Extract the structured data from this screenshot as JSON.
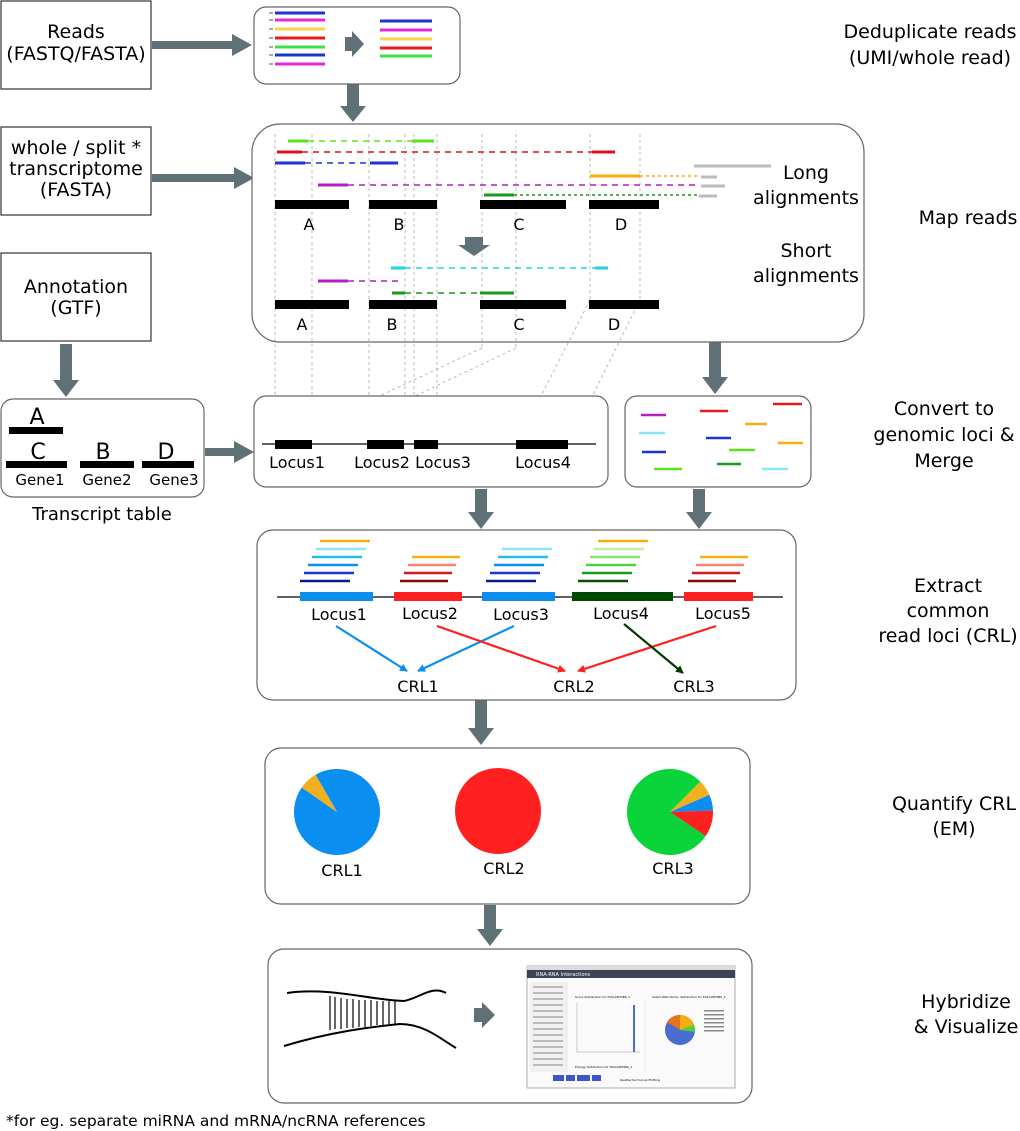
{
  "inputs": {
    "reads": [
      "Reads",
      "(FASTQ/FASTA)"
    ],
    "transcriptome": [
      "whole / split *",
      "transcriptome",
      "(FASTA)"
    ],
    "annotation": [
      "Annotation",
      "(GTF)"
    ]
  },
  "steps": {
    "dedup": [
      "Deduplicate reads",
      "(UMI/whole read)"
    ],
    "map": [
      "Map reads"
    ],
    "convert": [
      "Convert to",
      "genomic loci &",
      "Merge"
    ],
    "extract": [
      "Extract",
      "common",
      "read loci (CRL)"
    ],
    "quantify": [
      "Quantify CRL",
      "(EM)"
    ],
    "hybridize": [
      "Hybridize",
      "& Visualize"
    ]
  },
  "mapping": {
    "long_label": [
      "Long",
      "alignments"
    ],
    "short_label": [
      "Short",
      "alignments"
    ],
    "transcripts": [
      "A",
      "B",
      "C",
      "D"
    ]
  },
  "transcript_table": {
    "caption": "Transcript table",
    "transcripts": [
      "A",
      "C",
      "B",
      "D"
    ],
    "genes": [
      "Gene1",
      "Gene2",
      "Gene3"
    ]
  },
  "loci": {
    "genomic": [
      "Locus1",
      "Locus2",
      "Locus3",
      "Locus4"
    ],
    "crl_loci": [
      "Locus1",
      "Locus2",
      "Locus3",
      "Locus4",
      "Locus5"
    ],
    "crls": [
      "CRL1",
      "CRL2",
      "CRL3"
    ]
  },
  "quantify": {
    "pies": [
      {
        "label": "CRL1",
        "slices": [
          {
            "value": 0.93,
            "color": "#0a8ff0"
          },
          {
            "value": 0.07,
            "color": "#f2b01e"
          }
        ]
      },
      {
        "label": "CRL2",
        "slices": [
          {
            "value": 1.0,
            "color": "#ff2020"
          }
        ]
      },
      {
        "label": "CRL3",
        "slices": [
          {
            "value": 0.78,
            "color": "#0ad43a"
          },
          {
            "value": 0.06,
            "color": "#f2b01e"
          },
          {
            "value": 0.06,
            "color": "#0a8ff0"
          },
          {
            "value": 0.1,
            "color": "#ff2020"
          }
        ]
      }
    ]
  },
  "screenshot": {
    "title": "RNA-RNA Interactions",
    "chart1": "Score distribution for FAS1e8H4B0_1",
    "chart2": "Select RNA family distribution for FAS1e8H4B0_1",
    "chart3": "Energy distribution for FAS1e8H4B0_1",
    "footer": "Deattached Group Plotting"
  },
  "footnote": "*for eg. separate miRNA and mRNA/ncRNA references",
  "colors": {
    "arrow": "#5f7077",
    "box_stroke": "#666666",
    "crl_blue": "#0a8ff0",
    "crl_red": "#ff2020",
    "crl_green": "#003a00"
  }
}
